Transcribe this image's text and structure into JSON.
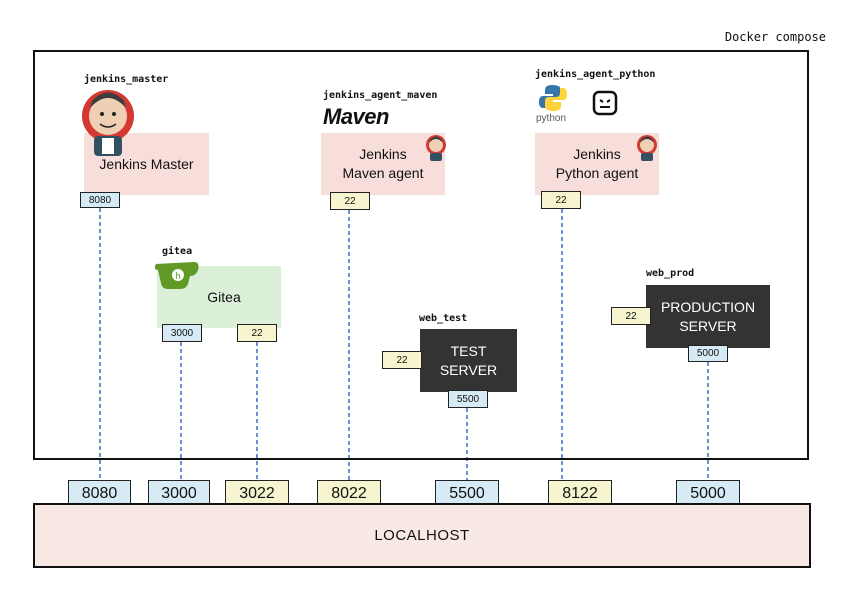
{
  "compose": {
    "title": "Docker compose"
  },
  "services": {
    "jenkins_master": {
      "label": "jenkins_master",
      "box": "Jenkins Master",
      "port": "8080"
    },
    "gitea": {
      "label": "gitea",
      "box": "Gitea",
      "port_http": "3000",
      "port_ssh": "22"
    },
    "jenkins_agent_maven": {
      "label": "jenkins_agent_maven",
      "logo": "Maven",
      "box": "Jenkins\nMaven agent",
      "port": "22"
    },
    "web_test": {
      "label": "web_test",
      "box": "TEST\nSERVER",
      "port_ssh": "22",
      "port_http": "5500"
    },
    "jenkins_agent_python": {
      "label": "jenkins_agent_python",
      "python_text": "python",
      "box": "Jenkins\nPython agent",
      "port": "22"
    },
    "web_prod": {
      "label": "web_prod",
      "box": "PRODUCTION\nSERVER",
      "port_ssh": "22",
      "port_http": "5000"
    }
  },
  "host_ports": [
    "8080",
    "3000",
    "3022",
    "8022",
    "5500",
    "8122",
    "5000"
  ],
  "localhost": {
    "label": "LOCALHOST"
  },
  "colors": {
    "container_pink": "#f7dedb",
    "container_green": "#dcefd9",
    "server_dark": "#333333",
    "port_blue": "#d6ebf5",
    "port_yellow": "#f6f5cf",
    "localhost_bg": "#f8e9e4",
    "dash_line": "#3b6fc6"
  }
}
